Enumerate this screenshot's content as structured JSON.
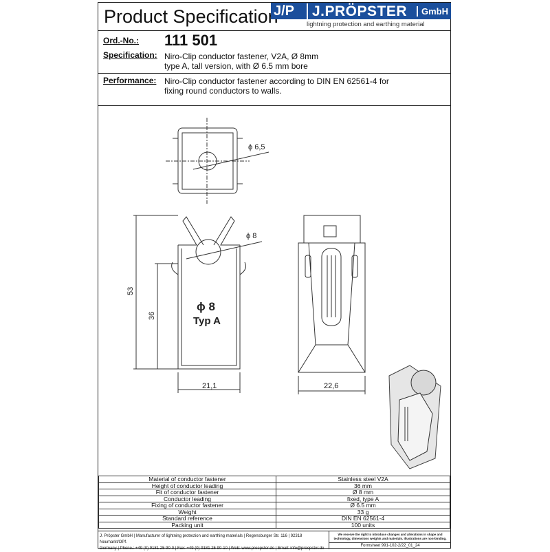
{
  "header": {
    "title": "Product Specification",
    "logo": {
      "mark": "J/P",
      "name": "J.PRÖPSTER",
      "suffix": "GmbH",
      "tagline": "lightning protection and earthing material"
    }
  },
  "order": {
    "label": "Ord.-No.:",
    "number": "111 501"
  },
  "specification": {
    "label": "Specification:",
    "lines": [
      "Niro-Clip conductor fastener, V2A, Ø 8mm",
      "type A, tall version, with Ø 6.5 mm bore"
    ]
  },
  "performance": {
    "label": "Performance:",
    "lines": [
      "Niro-Clip conductor fastener according to DIN EN 62561-4 for",
      "fixing round conductors to walls."
    ]
  },
  "drawing": {
    "bore_dim": "ϕ 6,5",
    "conductor_dim": "ϕ 8",
    "height_total": "53",
    "height_lead": "36",
    "width_front": "21,1",
    "width_side": "22,6",
    "marking_1": "ϕ 8",
    "marking_2": "Typ A"
  },
  "specs_table": [
    {
      "property": "Material of conductor fastener",
      "value": "Stainless steel V2A"
    },
    {
      "property": "Height of conductor leading",
      "value": "36 mm"
    },
    {
      "property": "Fit of conductor fastener",
      "value": "Ø 8 mm"
    },
    {
      "property": "Conductor leading",
      "value": "fixed, type A"
    },
    {
      "property": "Fixing of conductor fastener",
      "value": "Ø 6.5 mm"
    },
    {
      "property": "Weight",
      "value": "33 g"
    },
    {
      "property": "Standard reference",
      "value": "DIN EN 62561-4"
    },
    {
      "property": "Packing unit",
      "value": "100 units"
    }
  ],
  "footer": {
    "company_lines": [
      "J. Pröpster GmbH | Manufacturer of lightning protection and earthing materials | Regensburger Str. 116 | 92318 Neumarkt/OPf.",
      "Germany | Phone.: +49 (0) 9181 25 90-0 | Fax: +49 (0) 9181 25 90-10 | Web: www.proepster.de | Email: info@proepster.de"
    ],
    "disclaimer": "We reserve the right to introduce changes and alterations in shape and technology, dimensions weights and materials. Illustrations are non-binding.",
    "formsheet": "Formsheet 991-102-2/22_01_24"
  }
}
